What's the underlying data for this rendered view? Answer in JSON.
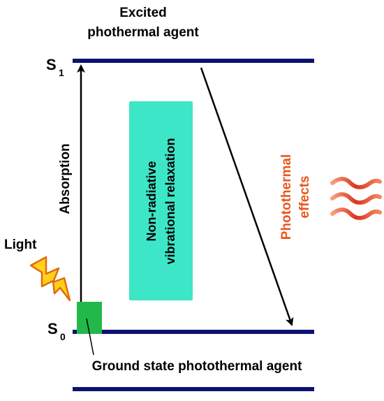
{
  "labels": {
    "excited_line1": "Excited",
    "excited_line2": "phothermal agent",
    "s1_main": "S",
    "s1_sub": "1",
    "s0_main": "S",
    "s0_sub": "0",
    "absorption": "Absorption",
    "relaxation_line1": "Non-radiative",
    "relaxation_line2": "vibrational relaxation",
    "effects_line1": "Photothermal",
    "effects_line2": "effects",
    "light": "Light",
    "ground_state": "Ground state photothermal agent"
  },
  "colors": {
    "level_line": "#0d1270",
    "relaxation_box": "#3ee6c8",
    "ground_agent_box": "#22b84a",
    "effects_text": "#e8561c",
    "heat_waves": "#d9351f",
    "bolt_fill": "#ffd21a",
    "bolt_stroke": "#e06a10",
    "arrow": "#000000",
    "text": "#000000"
  },
  "icons": {
    "light": "lightning-bolt-icon",
    "heat": "heat-waves-icon"
  }
}
